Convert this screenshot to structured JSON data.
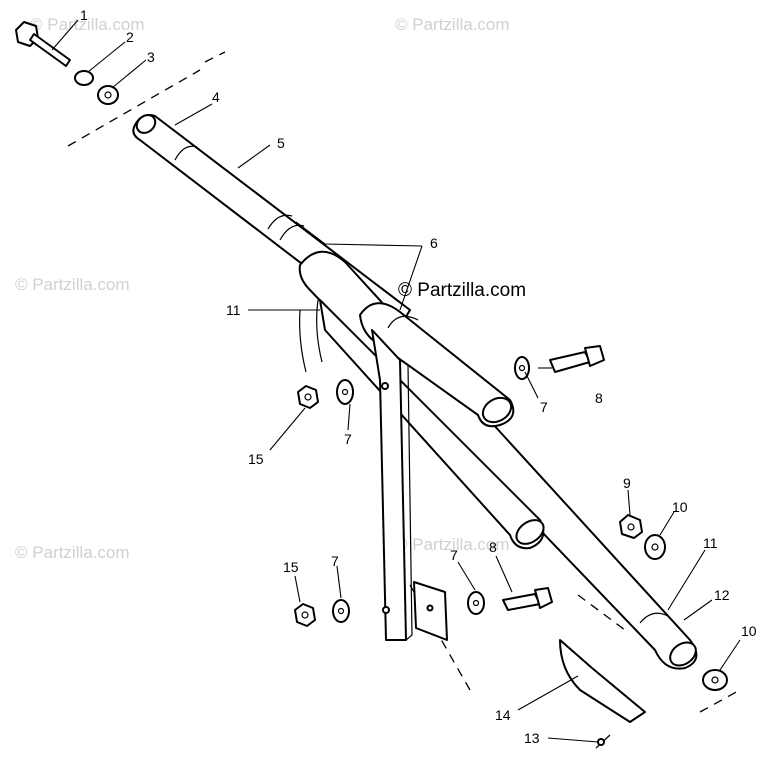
{
  "watermark": {
    "text": "© Partzilla.com"
  },
  "brand": {
    "text": "© Partzilla.com"
  },
  "callouts": {
    "c1": "1",
    "c2": "2",
    "c3": "3",
    "c4": "4",
    "c5": "5",
    "c6": "6",
    "c7a": "7",
    "c7b": "7",
    "c7c": "7",
    "c7d": "7",
    "c8a": "8",
    "c8b": "8",
    "c9": "9",
    "c10a": "10",
    "c10b": "10",
    "c11a": "11",
    "c11b": "11",
    "c12": "12",
    "c13": "13",
    "c14": "14",
    "c15a": "15",
    "c15b": "15"
  }
}
